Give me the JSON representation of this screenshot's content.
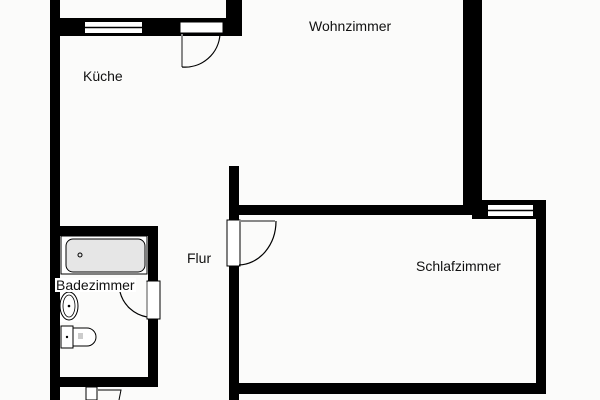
{
  "floor_plan": {
    "rooms": [
      {
        "id": "wohnzimmer",
        "label": "Wohnzimmer"
      },
      {
        "id": "kueche",
        "label": "Küche"
      },
      {
        "id": "flur",
        "label": "Flur"
      },
      {
        "id": "schlafzimmer",
        "label": "Schlafzimmer"
      },
      {
        "id": "badezimmer",
        "label": "Badezimmer"
      }
    ],
    "colors": {
      "wall": "#000000",
      "background": "#fbfbfa",
      "fixture_fill": "#e6e6e6",
      "door_leaf": "#888888"
    }
  }
}
